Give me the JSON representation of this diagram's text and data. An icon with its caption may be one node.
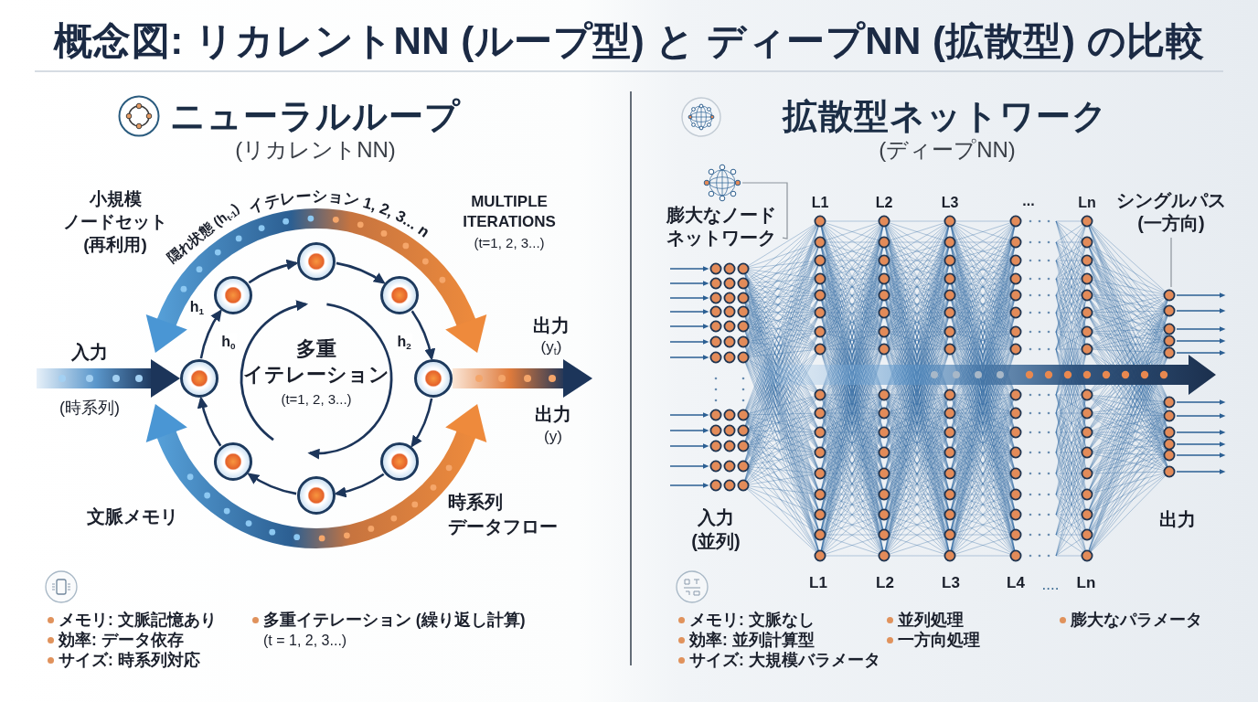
{
  "diagram": {
    "title": "概念図: リカレントNN (ループ型) と ディープNN (拡散型) の比較",
    "nodes": [
      {
        "text": [],
        "shape": "circle"
      },
      {
        "text": [],
        "shape": "circle",
        "beside": [
          "h$_{1}$"
        ]
      },
      {
        "text": [],
        "shape": "circle"
      },
      {
        "text": [],
        "shape": "circle"
      },
      {
        "text": [],
        "shape": "circle"
      },
      {
        "text": [],
        "shape": "circle"
      },
      {
        "text": [],
        "shape": "circle"
      },
      {
        "text": [],
        "shape": "circle"
      },
      {
        "text": [
          "多重イテレーション",
          "(t=1, 2, 3...)"
        ]
      },
      {
        "text": [],
        "shape": "picture"
      },
      {
        "text": [
          "膨大なノードネットワーク"
        ]
      },
      {
        "text": [
          "シングルパス(一方向)"
        ]
      }
    ],
    "edges": [
      {
        "from": 0,
        "to": 1,
        "arrow": "to",
        "label": "h$_{0}$"
      },
      {
        "from": 1,
        "to": 2,
        "arrow": "to"
      },
      {
        "from": 2,
        "to": 3,
        "arrow": "to"
      },
      {
        "from": 3,
        "to": 4,
        "arrow": "to",
        "label": "h$_{2}$"
      },
      {
        "from": 4,
        "to": 5,
        "arrow": "to"
      },
      {
        "from": 5,
        "to": 6,
        "arrow": "to"
      },
      {
        "from": 6,
        "to": 7,
        "arrow": "to"
      },
      {
        "from": 7,
        "to": 0,
        "arrow": "to"
      },
      {
        "from": null,
        "to": 0,
        "arrow": "to",
        "style": "thick"
      },
      {
        "from": 4,
        "to": null,
        "arrow": "to",
        "style": "thick"
      },
      {
        "from": 9,
        "to": 10,
        "arrow": "none",
        "color": "#8c939b"
      },
      {
        "from": 11,
        "to": null,
        "arrow": "none",
        "color": "#8c939b"
      }
    ],
    "labels": [
      "ニューラルループ",
      "(リカレントNN)",
      "小規模ノードセット(再利用)",
      "隠れ状態 (h$_{t-1}$)",
      "イテレーション 1, 2, 3... n",
      "MULTIPLE ITERATIONS",
      "(t=1, 2, 3...)",
      "入力",
      "(時系列)",
      "出力",
      "(y$_{t}$)",
      "出力",
      "(y)",
      "文脈メモリ",
      "時系列データフロー",
      "メモリ: 文脈記憶あり",
      "多重イテレーション (繰り返し計算)",
      "効率: データ依存",
      "(t = 1, 2, 3...)",
      "サイズ: 時系列対応",
      "拡散型ネットワーク",
      "(ディープNN)",
      "L1",
      "L2",
      "L3",
      "...",
      "Ln",
      "入力(並列)",
      "出力",
      "L1",
      "L2",
      "L3",
      "L4",
      "....",
      "Ln",
      "メモリ: 文脈なし",
      "並列処理",
      "膨大なパラメータ",
      "効率: 並列計算型",
      "一方向処理",
      "サイズ: 大規模バラメータ"
    ]
  }
}
